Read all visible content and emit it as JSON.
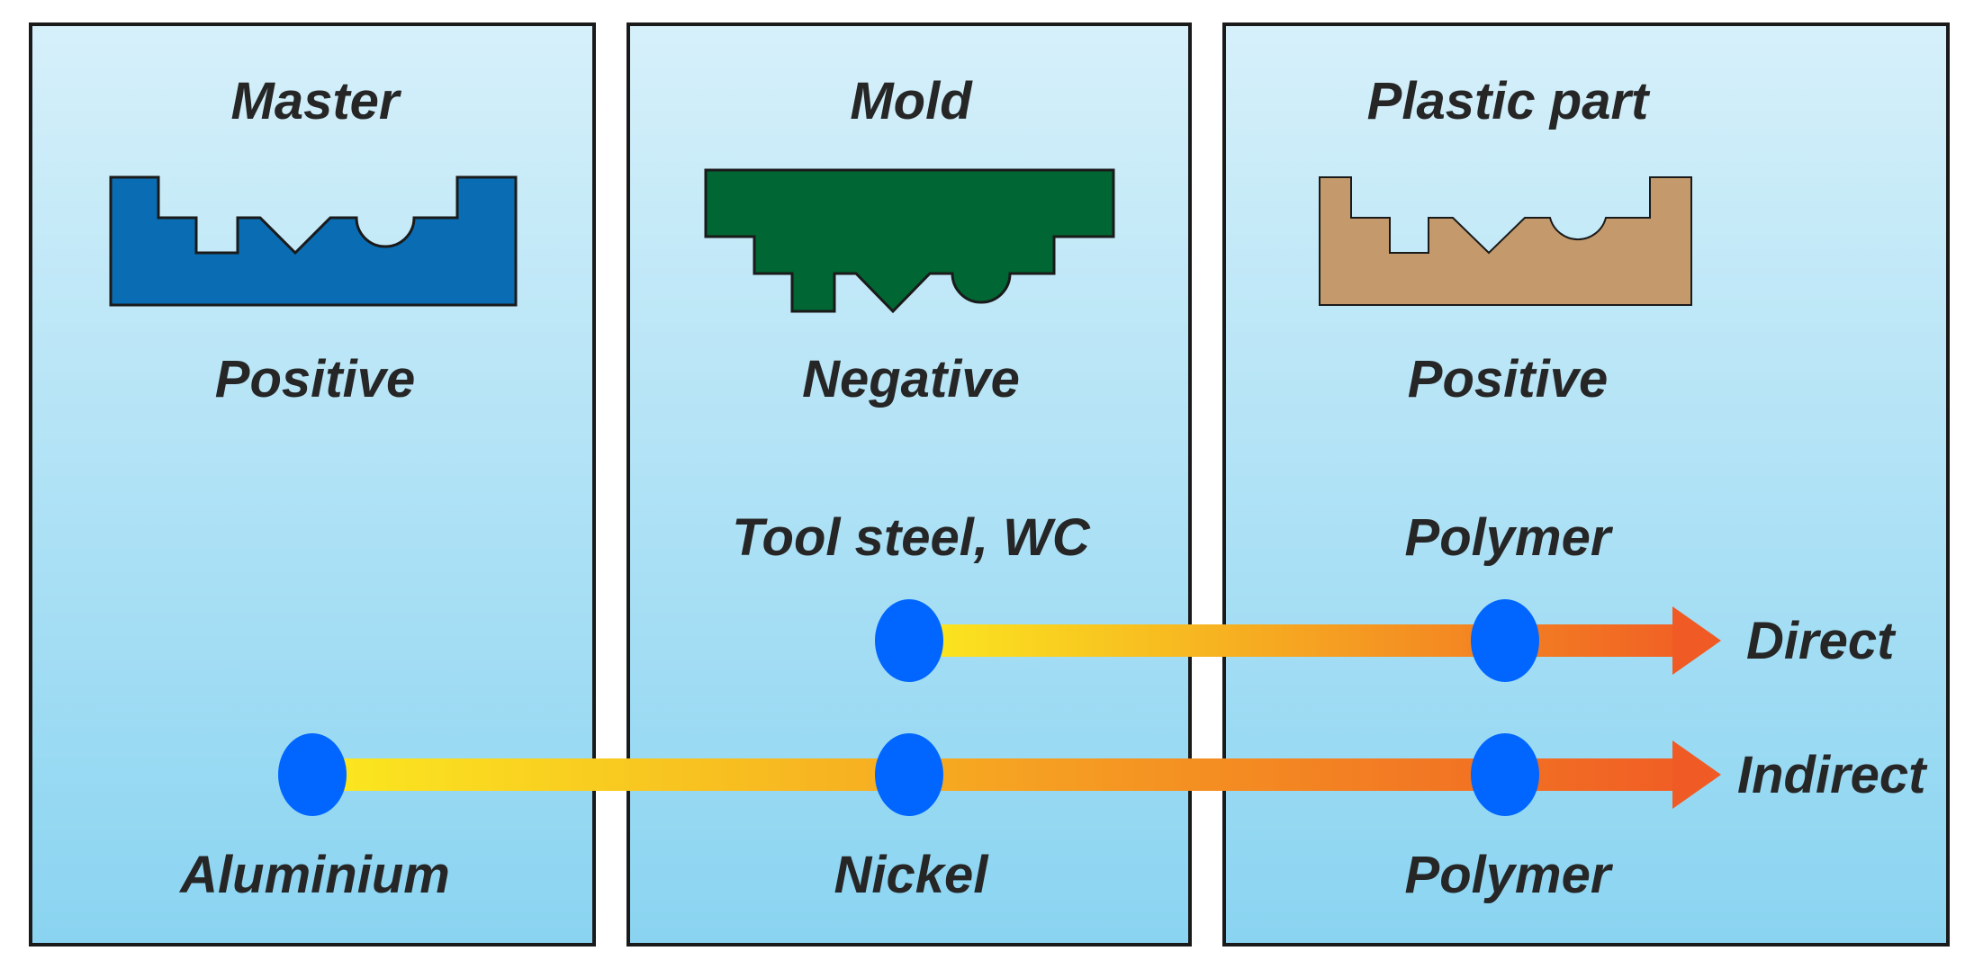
{
  "panels": [
    {
      "title": "Master",
      "polarity": "Positive",
      "color": "#0a6db3"
    },
    {
      "title": "Mold",
      "polarity": "Negative",
      "color": "#006633"
    },
    {
      "title": "Plastic part",
      "polarity": "Positive",
      "color": "#c49a6c"
    }
  ],
  "direct": {
    "label": "Direct",
    "top_labels": {
      "mold": "Tool steel, WC",
      "part": "Polymer"
    }
  },
  "indirect": {
    "label": "Indirect",
    "bottom_labels": {
      "master": "Aluminium",
      "mold": "Nickel",
      "part": "Polymer"
    }
  },
  "colors": {
    "panel_top": "#d6f0fa",
    "panel_bottom": "#8ad4f1",
    "node": "#0066ff",
    "arrow_start": "#fbe91f",
    "arrow_end": "#f05a24"
  }
}
